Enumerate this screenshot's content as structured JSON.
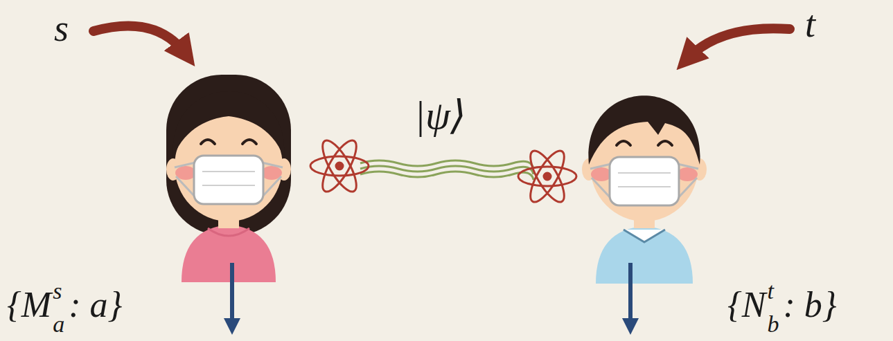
{
  "diagram": {
    "labels": [
      "s",
      "t",
      "|ψ⟩",
      "{M",
      "s",
      "a",
      ": a}",
      "{N",
      "t",
      "b",
      ": b}"
    ]
  }
}
